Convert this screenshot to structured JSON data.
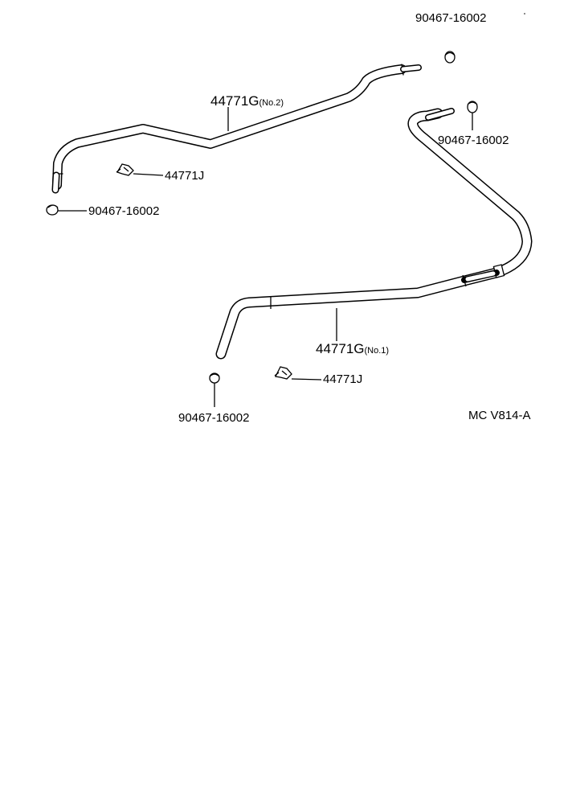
{
  "labels": {
    "hose_no2_part": "44771G",
    "hose_no2_suffix": "(No.2)",
    "hose_no1_part": "44771G",
    "hose_no1_suffix": "(No.1)",
    "clamp_top": "90467-16002",
    "clamp_right": "90467-16002",
    "clamp_left": "90467-16002",
    "clamp_bottom": "90467-16002",
    "clip_upper": "44771J",
    "clip_lower": "44771J",
    "diagram_code": "MC V814-A"
  }
}
